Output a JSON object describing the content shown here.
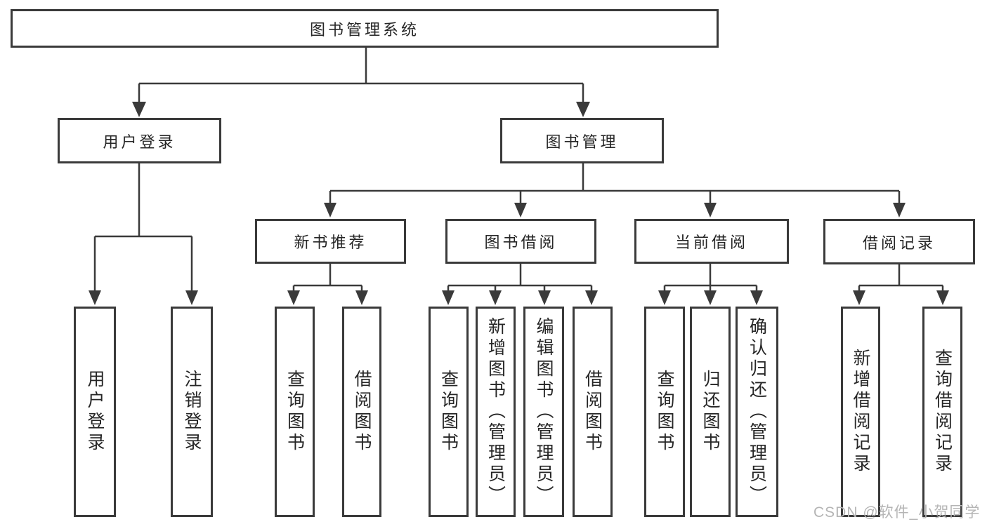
{
  "tree": {
    "root": {
      "label": "图书管理系统"
    },
    "children": [
      {
        "label": "用户登录",
        "children": [
          {
            "label": "用户登录"
          },
          {
            "label": "注销登录"
          }
        ]
      },
      {
        "label": "图书管理",
        "children": [
          {
            "label": "新书推荐",
            "children": [
              {
                "label": "查询图书"
              },
              {
                "label": "借阅图书"
              }
            ]
          },
          {
            "label": "图书借阅",
            "children": [
              {
                "label": "查询图书"
              },
              {
                "label": "新增图书（管理员）"
              },
              {
                "label": "编辑图书（管理员）"
              },
              {
                "label": "借阅图书"
              }
            ]
          },
          {
            "label": "当前借阅",
            "children": [
              {
                "label": "查询图书"
              },
              {
                "label": "归还图书"
              },
              {
                "label": "确认归还（管理员）"
              }
            ]
          },
          {
            "label": "借阅记录",
            "children": [
              {
                "label": "新增借阅记录"
              },
              {
                "label": "查询借阅记录"
              }
            ]
          }
        ]
      }
    ]
  },
  "watermark": {
    "text": "CSDN @软件_小贺同学"
  },
  "colors": {
    "line": "#3a3a3a",
    "text": "#262626",
    "watermark": "#b5b5b5",
    "background": "#ffffff"
  }
}
